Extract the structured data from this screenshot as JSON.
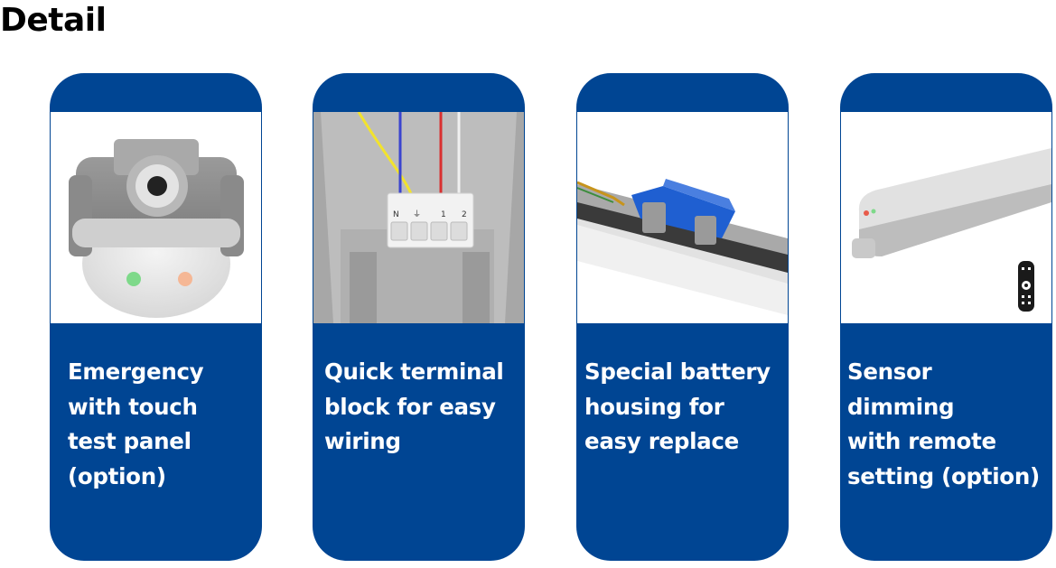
{
  "page": {
    "title": "Detail"
  },
  "cards": [
    {
      "caption": "Emergency\nwith touch\ntest panel\n(option)",
      "image_icon": "emergency-light-end-cap"
    },
    {
      "caption": "Quick terminal\nblock for easy\nwiring",
      "image_icon": "terminal-block",
      "terminal_labels": [
        "N",
        "⏚",
        "1",
        "2"
      ]
    },
    {
      "caption": "Special battery\nhousing for\neasy replace",
      "image_icon": "battery-housing"
    },
    {
      "caption": "Sensor dimming\nwith remote\nsetting (option)",
      "image_icon": "tube-light-with-remote"
    }
  ],
  "colors": {
    "card_blue": "#004593",
    "led_green": "#7ed98a",
    "led_orange": "#f5b795",
    "battery_blue": "#1f5fd1"
  }
}
